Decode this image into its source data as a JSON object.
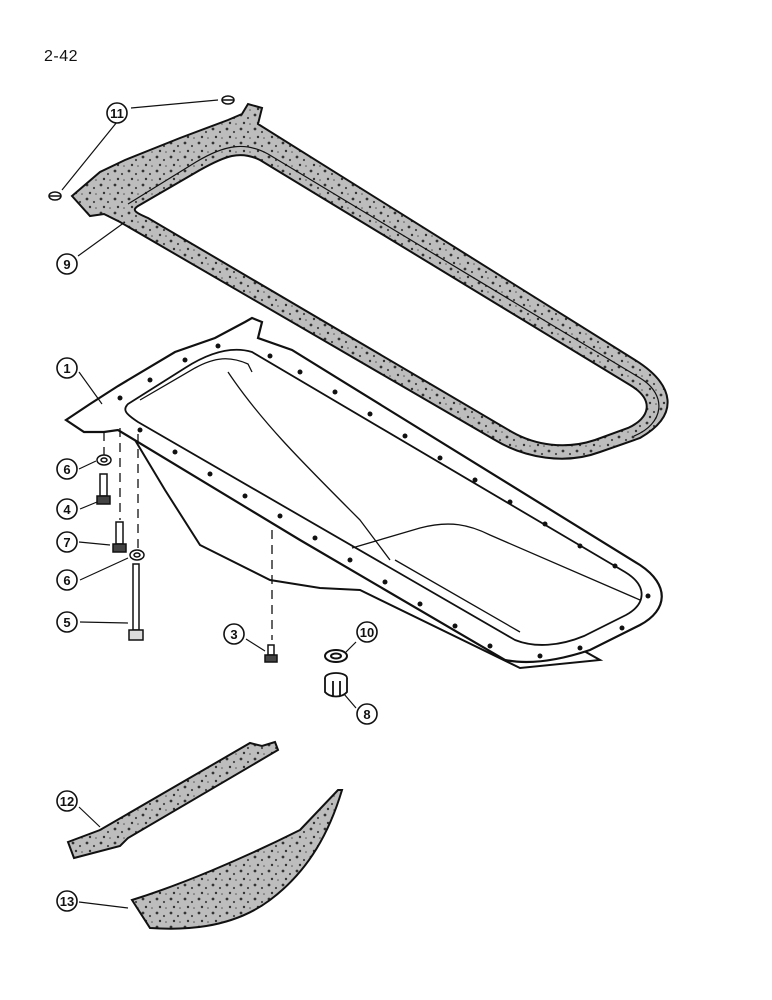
{
  "page": {
    "number": "2-42"
  },
  "parts": [
    {
      "id": "callout-1",
      "label": "1"
    },
    {
      "id": "callout-3",
      "label": "3"
    },
    {
      "id": "callout-4",
      "label": "4"
    },
    {
      "id": "callout-5",
      "label": "5"
    },
    {
      "id": "callout-6a",
      "label": "6"
    },
    {
      "id": "callout-6b",
      "label": "6"
    },
    {
      "id": "callout-7",
      "label": "7"
    },
    {
      "id": "callout-8",
      "label": "8"
    },
    {
      "id": "callout-9",
      "label": "9"
    },
    {
      "id": "callout-10",
      "label": "10"
    },
    {
      "id": "callout-11",
      "label": "11"
    },
    {
      "id": "callout-12",
      "label": "12"
    },
    {
      "id": "callout-13",
      "label": "13"
    }
  ]
}
